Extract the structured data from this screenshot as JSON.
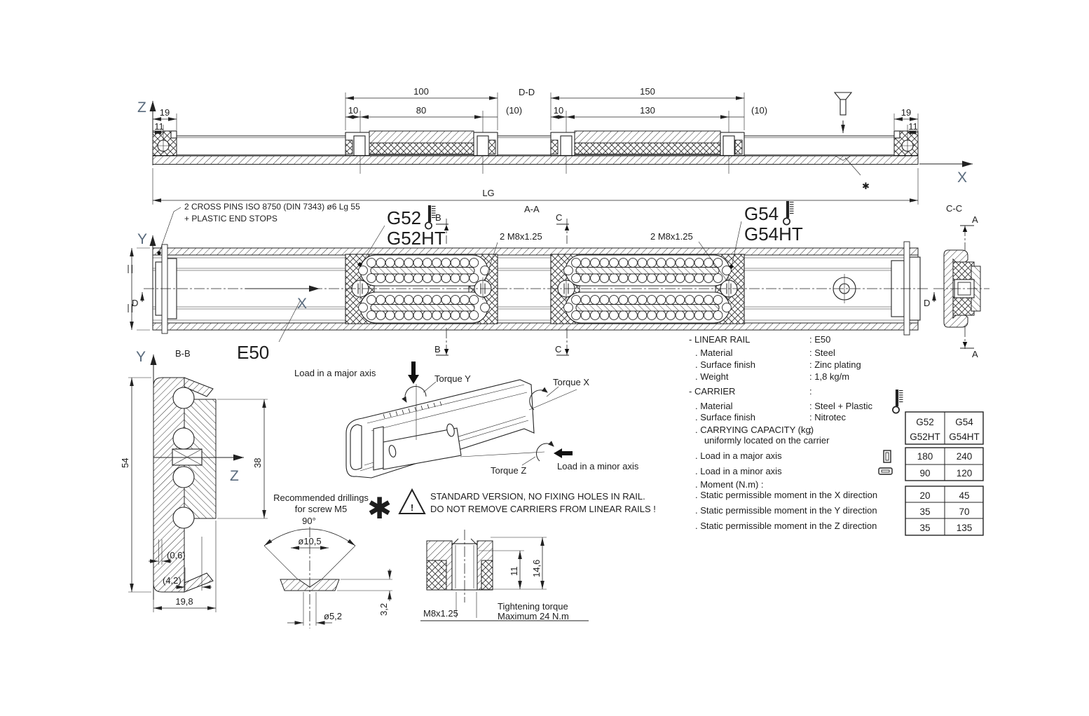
{
  "drawing": {
    "axis": {
      "x": "X",
      "y": "Y",
      "z": "Z"
    },
    "side": {
      "d19": "19",
      "d11": "11",
      "d100": "100",
      "d10": "10",
      "d80": "80",
      "label_dd": "D-D",
      "d10p": "(10)",
      "d150": "150",
      "d130": "130",
      "lg": "LG"
    },
    "plan": {
      "note1": "2 CROSS PINS ISO 8750 (DIN 7343) ø6 Lg 55",
      "note2": "+ PLASTIC END STOPS",
      "g52": "G52",
      "g52ht": "G52HT",
      "g54": "G54",
      "g54ht": "G54HT",
      "aa": "A-A",
      "b": "B",
      "c": "C",
      "a": "A",
      "cc": "C-C",
      "m8": "2 M8x1.25",
      "e50": "E50",
      "bb": "B-B",
      "d": "D"
    },
    "bb": {
      "d54": "54",
      "d38": "38",
      "d06": "(0,6)",
      "d42": "(4,2)",
      "d198": "19,8"
    },
    "iso": {
      "load_major": "Load in a major axis",
      "torque_y": "Torque Y",
      "torque_x": "Torque X",
      "torque_z": "Torque Z",
      "load_minor": "Load in a minor axis"
    },
    "drill": {
      "t1": "Recommended drillings",
      "t2": "for screw M5",
      "angle": "90°",
      "d105": "ø10,5",
      "d52": "ø5,2",
      "d32": "3,2"
    },
    "insert": {
      "d11": "11",
      "d146": "14,6",
      "thread": "M8x1.25",
      "tt1": "Tightening torque",
      "tt2": "Maximum 24 N.m"
    },
    "warning": {
      "l1": "STANDARD VERSION, NO FIXING HOLES IN RAIL.",
      "l2": "DO NOT REMOVE CARRIERS FROM LINEAR RAILS !",
      "mark": "!"
    },
    "symbols": {
      "asterisk": "✱"
    }
  },
  "specs": {
    "rows": [
      {
        "label": "- LINEAR RAIL",
        "value": ": E50"
      },
      {
        "label": ". Material",
        "value": ": Steel"
      },
      {
        "label": ". Surface finish",
        "value": ": Zinc plating"
      },
      {
        "label": ". Weight",
        "value": ": 1,8 kg/m"
      },
      {
        "label": "- CARRIER",
        "value": ":"
      },
      {
        "label": ". Material",
        "value": ": Steel + Plastic"
      },
      {
        "label": ". Surface finish",
        "value": ": Nitrotec"
      },
      {
        "label": ". CARRYING CAPACITY (kg)",
        "value": ":"
      },
      {
        "label": "uniformly located on the carrier",
        "value": ""
      },
      {
        "label": ". Load in a major axis",
        "value": ""
      },
      {
        "label": ". Load in a minor axis",
        "value": ""
      },
      {
        "label": ". Moment (N.m) :",
        "value": ""
      },
      {
        "label": ". Static permissible moment in the X direction",
        "value": ""
      },
      {
        "label": ". Static permissible moment in the Y direction",
        "value": ""
      },
      {
        "label": ". Static permissible moment in the Z direction",
        "value": ""
      }
    ]
  },
  "capacity_table": {
    "header": {
      "col1": [
        "G52",
        "G52HT"
      ],
      "col2": [
        "G54",
        "G54HT"
      ]
    },
    "load_rows": [
      [
        "180",
        "240"
      ],
      [
        "90",
        "120"
      ]
    ],
    "moment_rows": [
      [
        "20",
        "45"
      ],
      [
        "35",
        "70"
      ],
      [
        "35",
        "135"
      ]
    ]
  },
  "colors": {
    "line": "#222222",
    "axis_label": "#5a6b7d",
    "background": "#ffffff"
  }
}
